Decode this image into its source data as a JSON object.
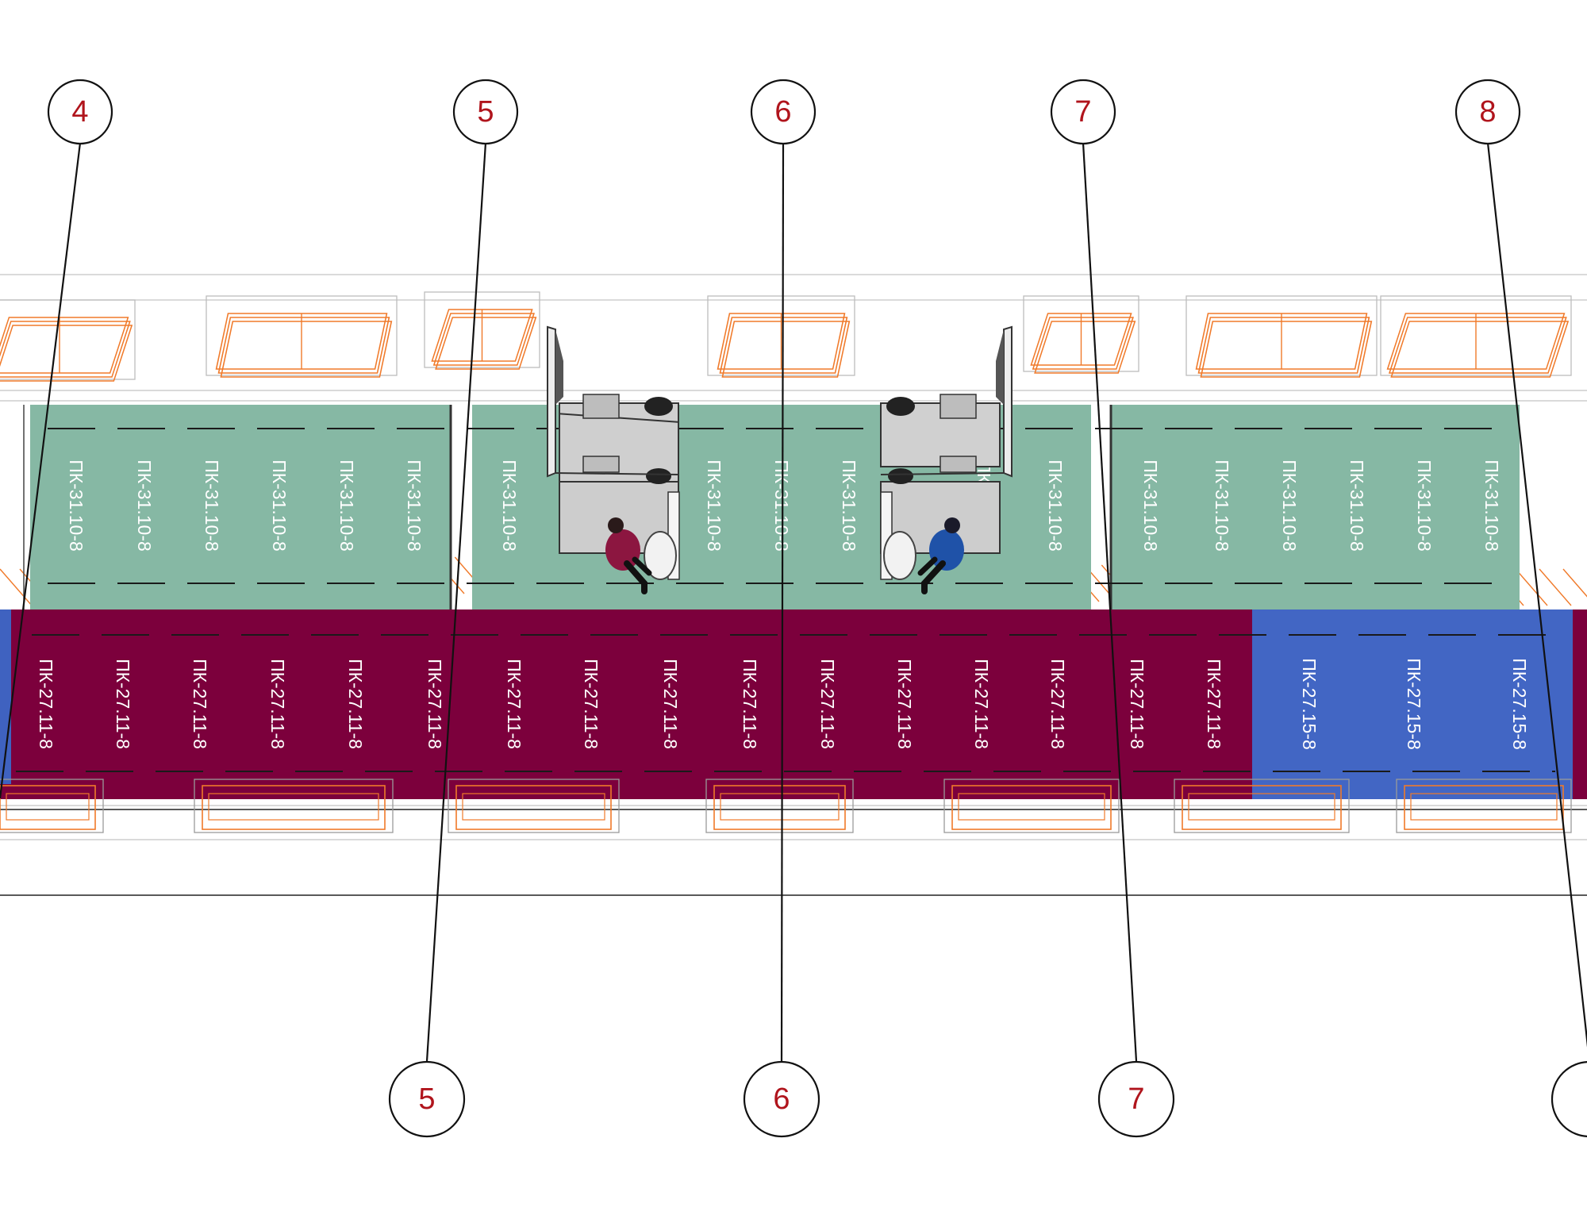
{
  "axes": {
    "top": [
      "4",
      "5",
      "6",
      "7",
      "8"
    ],
    "bottom": [
      "5",
      "6",
      "7",
      ""
    ]
  },
  "panels": {
    "upper": {
      "code": "ПК-31.10-8",
      "color": "#86b8a4"
    },
    "lower_red": {
      "code": "ПК-27.11-8",
      "color": "#7c003c"
    },
    "lower_blue": {
      "code": "ПК-27.15-8",
      "color": "#4266c4"
    }
  },
  "colors": {
    "axis_number": "#b0141c",
    "window_outline": "#f07a2a",
    "edge_blue": "#3f62c0"
  },
  "people": [
    {
      "name": "person-red",
      "color": "#8c1640"
    },
    {
      "name": "person-blue",
      "color": "#1f52a8"
    }
  ]
}
